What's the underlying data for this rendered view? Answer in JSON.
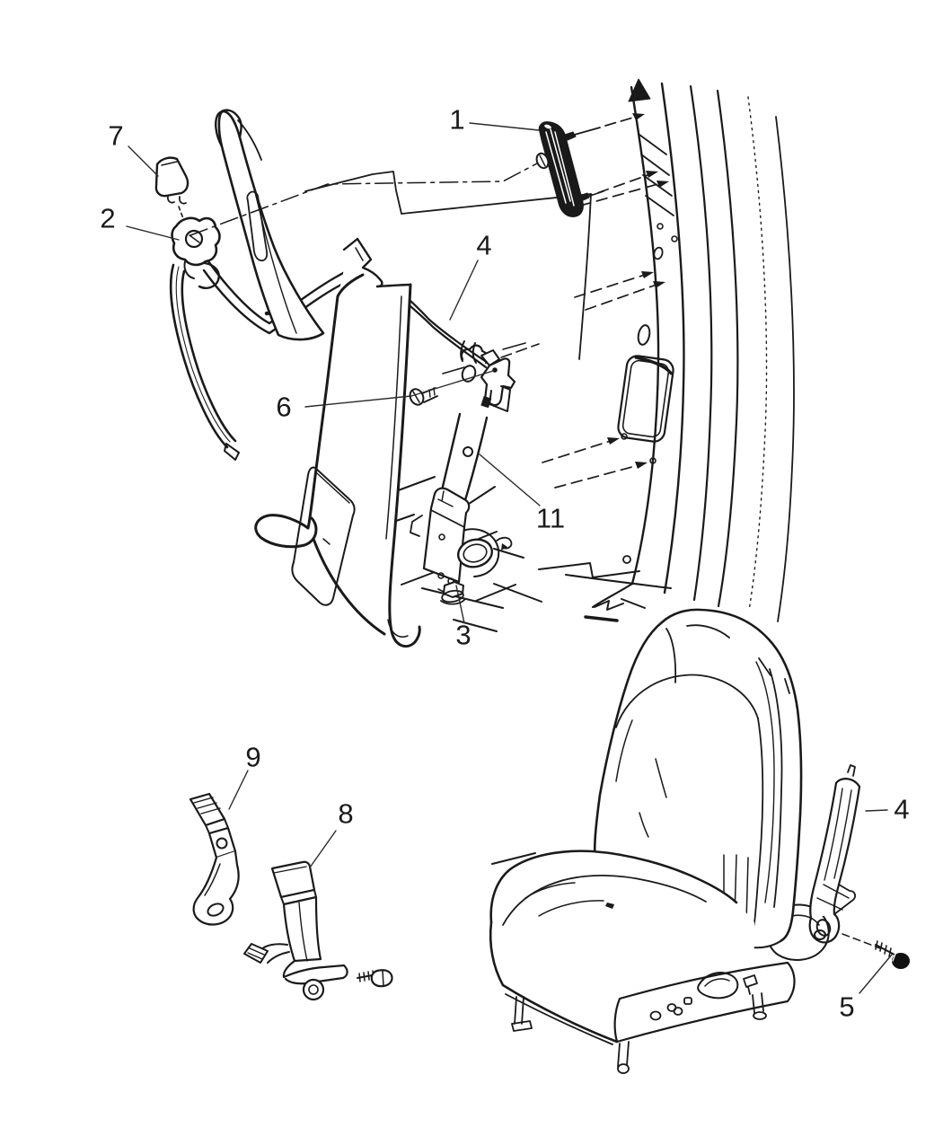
{
  "diagram": {
    "background_color": "#ffffff",
    "line_color": "#1a1a1a",
    "leader_color": "#2a2a2a",
    "callouts": [
      {
        "id": "c1",
        "label": "1"
      },
      {
        "id": "c7",
        "label": "7"
      },
      {
        "id": "c2",
        "label": "2"
      },
      {
        "id": "c4a",
        "label": "4"
      },
      {
        "id": "c6",
        "label": "6"
      },
      {
        "id": "c11",
        "label": "11"
      },
      {
        "id": "c3",
        "label": "3"
      },
      {
        "id": "c9",
        "label": "9"
      },
      {
        "id": "c8",
        "label": "8"
      },
      {
        "id": "c4b",
        "label": "4"
      },
      {
        "id": "c5",
        "label": "5"
      }
    ]
  }
}
